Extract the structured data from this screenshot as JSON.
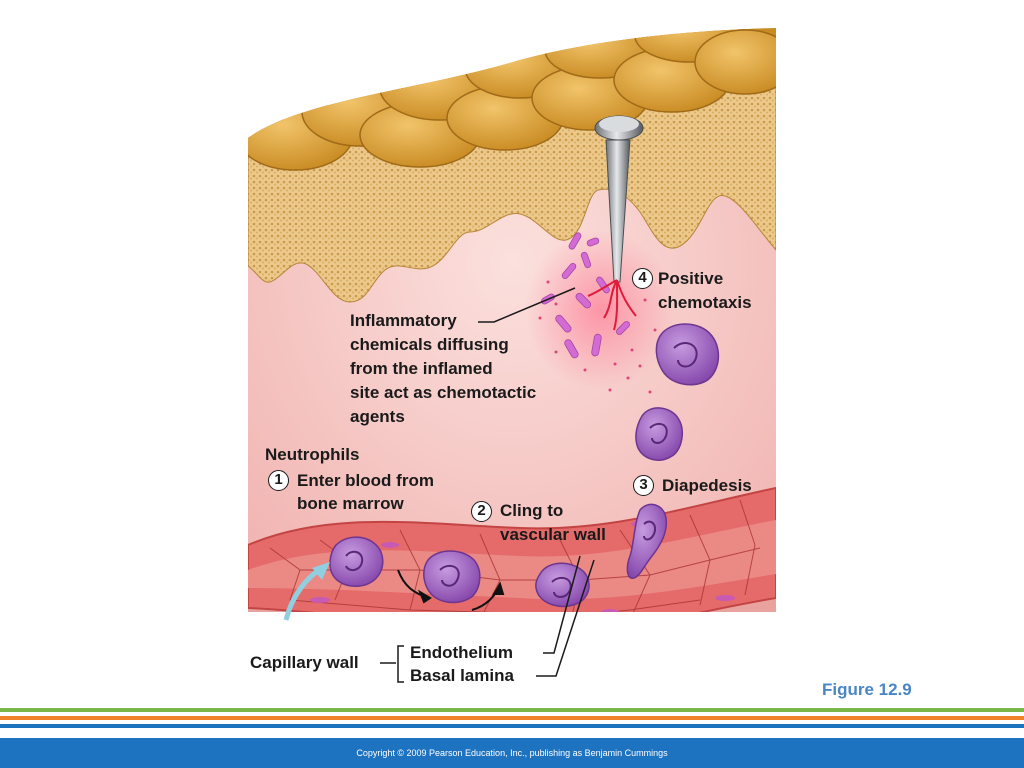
{
  "labels": {
    "step4_number": "4",
    "step4_line1": "Positive",
    "step4_line2": "chemotaxis",
    "chem_line1": "Inflammatory",
    "chem_line2": "chemicals diffusing",
    "chem_line3": "from the inflamed",
    "chem_line4": "site act as chemotactic",
    "chem_line5": "agents",
    "neutrophils": "Neutrophils",
    "step1_number": "1",
    "step1_line1": "Enter blood from",
    "step1_line2": "bone marrow",
    "step2_number": "2",
    "step2_line1": "Cling to",
    "step2_line2": "vascular wall",
    "step3_number": "3",
    "step3_label": "Diapedesis",
    "capillary_wall": "Capillary wall",
    "endothelium": "Endothelium",
    "basal_lamina": "Basal lamina"
  },
  "figure_label": "Figure 12.9",
  "copyright": "Copyright © 2009 Pearson Education, Inc., publishing as Benjamin Cummings",
  "colors": {
    "figure_label": "#4a86c5",
    "footer_bar": "#1e73c0",
    "stripe_green": "#7ab648",
    "stripe_orange": "#f0822a",
    "stripe_blue": "#1e73c0",
    "neutrophil": "#9b59b6",
    "tissue_pink": "#f6c7c3",
    "epidermis_tan": "#e0b16a",
    "muscle_gold": "#dca23c",
    "capillary_red": "#e56b6b",
    "chemical_magenta": "#c75ac7"
  },
  "icons": {
    "nail": "nail-icon",
    "neutrophil": "neutrophil-cell-icon",
    "arrow": "curved-arrow-icon"
  }
}
